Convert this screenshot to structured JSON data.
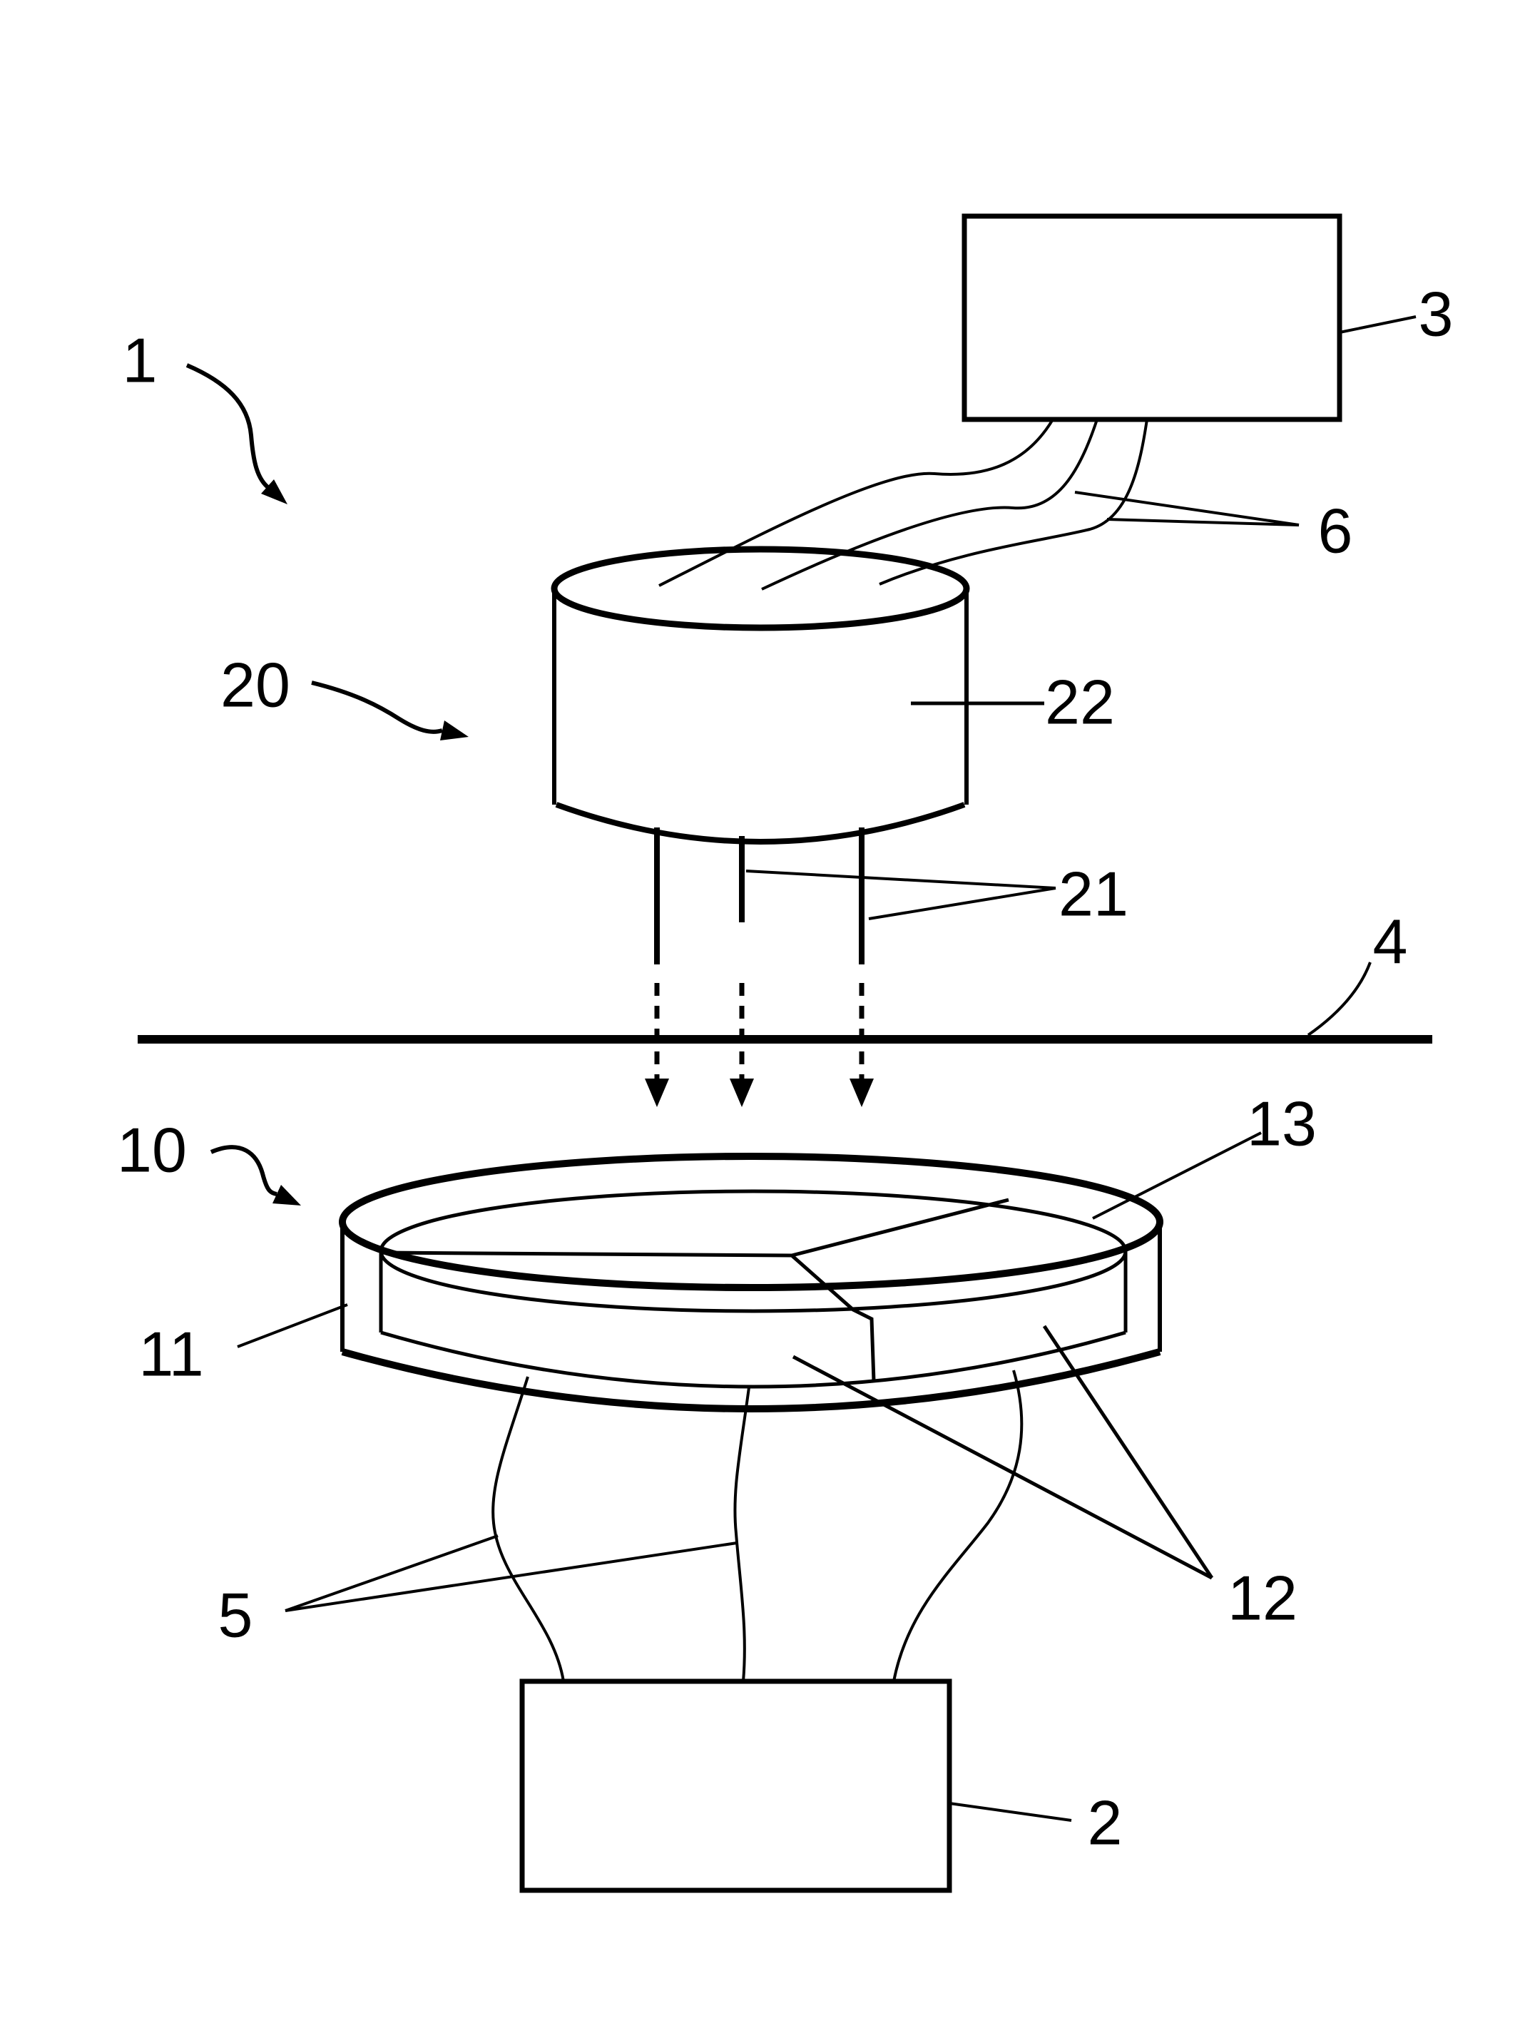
{
  "figure": {
    "background_color": "#ffffff",
    "line_color": "#000000",
    "labels": {
      "l1": "1",
      "l2": "2",
      "l3": "3",
      "l4": "4",
      "l5": "5",
      "l6": "6",
      "l10": "10",
      "l11": "11",
      "l12": "12",
      "l13": "13",
      "l20": "20",
      "l21": "21",
      "l22": "22"
    }
  }
}
